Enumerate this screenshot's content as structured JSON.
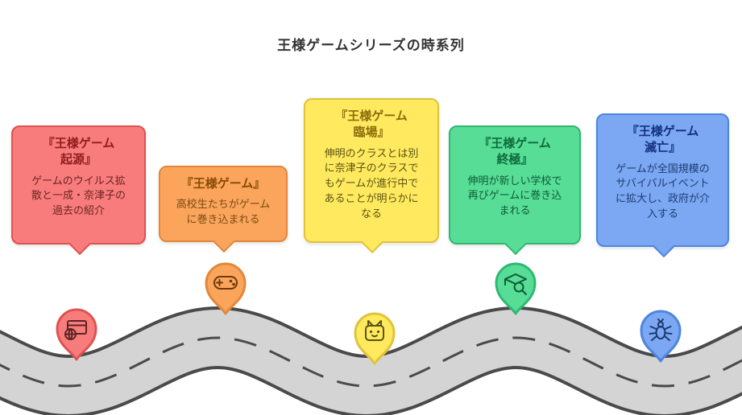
{
  "page": {
    "title": "王様ゲームシリーズの時系列",
    "background": "#FFFFFF"
  },
  "road": {
    "fill": "#D4D4D4",
    "border": "#4A4A4A",
    "dash_color": "#4A4A4A"
  },
  "cards": [
    {
      "title": "『王様ゲーム\n起源』",
      "body": "ゲームのウイルス拡\n散と一成・奈津子の\n過去の紹介",
      "icon": "credit-card-globe-icon",
      "colors": {
        "bg": "#F87C7C",
        "border": "#E05252",
        "title": "#8F1D1D",
        "text": "#6B2424",
        "icon": "#5C2323"
      }
    },
    {
      "title": "『王様ゲーム』",
      "body": "高校生たちがゲーム\nに巻き込まれる",
      "icon": "gamepad-icon",
      "colors": {
        "bg": "#FAA55B",
        "border": "#E2873B",
        "title": "#8A4A07",
        "text": "#7C4A14",
        "icon": "#6B3A0A"
      }
    },
    {
      "title": "『王様ゲーム\n臨場』",
      "body": "伸明のクラスとは別\nに奈津子のクラスで\nもゲームが進行中で\nあることが明らかに\nなる",
      "icon": "cat-arcade-icon",
      "colors": {
        "bg": "#FFE95F",
        "border": "#E0C23C",
        "title": "#8A6D0B",
        "text": "#5C5410",
        "icon": "#5C5410"
      }
    },
    {
      "title": "『王様ゲーム\n終極』",
      "body": "伸明が新しい学校で\n再びゲームに巻き込\nまれる",
      "icon": "graduation-search-icon",
      "colors": {
        "bg": "#57DD96",
        "border": "#2FB873",
        "title": "#0E6B3C",
        "text": "#0F5B38",
        "icon": "#0E5B36"
      }
    },
    {
      "title": "『王様ゲーム\n滅亡』",
      "body": "ゲームが全国規模の\nサバイバルイベント\nに拡大し、政府が介\n入する",
      "icon": "fly-icon",
      "colors": {
        "bg": "#7BA7F3",
        "border": "#4C86DE",
        "title": "#14307E",
        "text": "#1C3E73",
        "icon": "#1C3A70"
      }
    }
  ]
}
